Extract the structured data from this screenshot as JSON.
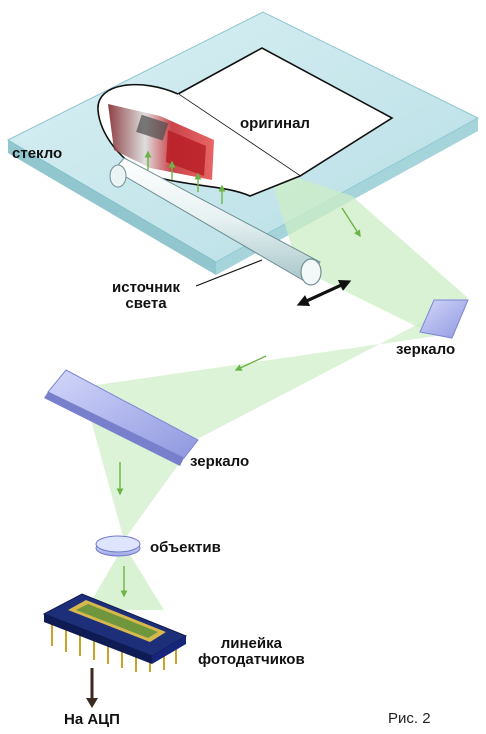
{
  "labels": {
    "glass": "стекло",
    "original": "оригинал",
    "light_source_line1": "источник",
    "light_source_line2": "света",
    "mirror_right": "зеркало",
    "mirror_left": "зеркало",
    "lens": "объектив",
    "sensor_line1": "линейка",
    "sensor_line2": "фотодатчиков",
    "adc": "На АЦП"
  },
  "caption": "Рис. 2",
  "colors": {
    "glass": "#bfe4ea",
    "beam": "#cdeec6",
    "arrow": "#6cb446",
    "mirror": "#b9bff0",
    "chip": "#1e2f7a",
    "pins": "#c9a227"
  }
}
